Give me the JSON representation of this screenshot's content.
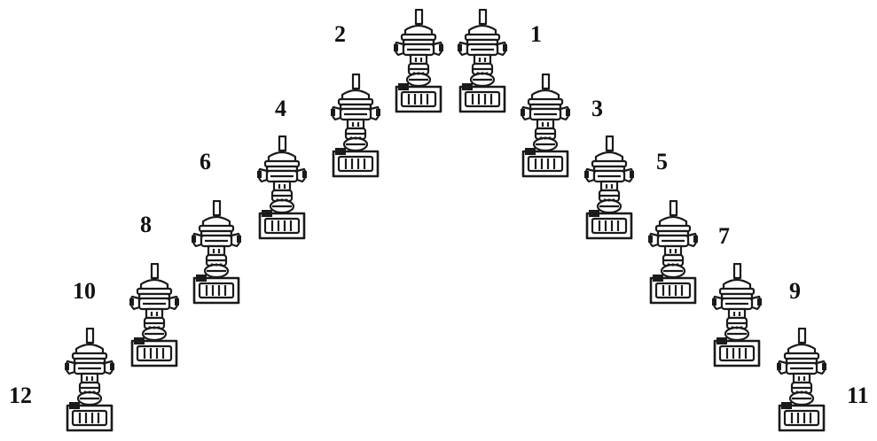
{
  "figure": {
    "units": [
      {
        "number": "1"
      },
      {
        "number": "2"
      },
      {
        "number": "3"
      },
      {
        "number": "4"
      },
      {
        "number": "5"
      },
      {
        "number": "6"
      },
      {
        "number": "7"
      },
      {
        "number": "8"
      },
      {
        "number": "9"
      },
      {
        "number": "10"
      },
      {
        "number": "11"
      },
      {
        "number": "12"
      }
    ],
    "icon": "engine-unit-icon",
    "line_color": "#1a1a1a"
  }
}
